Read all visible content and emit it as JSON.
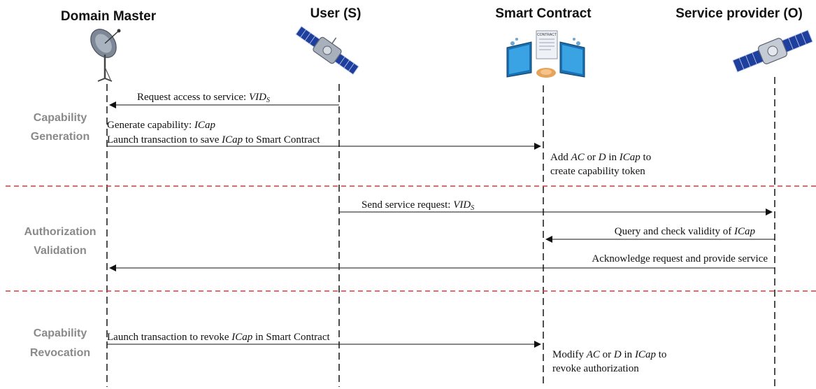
{
  "actors": {
    "domain_master": "Domain Master",
    "user": "User (S)",
    "smart_contract": "Smart Contract",
    "service_provider": "Service provider (O)"
  },
  "phases": {
    "capability_generation": [
      "Capability",
      "Generation"
    ],
    "authorization_validation": [
      "Authorization",
      "Validation"
    ],
    "capability_revocation": [
      "Capability",
      "Revocation"
    ]
  },
  "messages": {
    "request_access": {
      "text": "Request access to service: ",
      "var": "VID",
      "sub": "S"
    },
    "generate_capability": {
      "text": "Generate capability: ",
      "var": "ICap"
    },
    "launch_save": {
      "pre": "Launch transaction to save  ",
      "var": "ICap",
      "post": " to Smart Contract"
    },
    "add_ac_d": {
      "pre": "Add ",
      "var1": "AC",
      "mid": " or ",
      "var2": "D",
      "mid2": " in ",
      "var3": "ICap",
      "post": " to"
    },
    "create_token": "create capability token",
    "send_service_request": {
      "text": "Send service request: ",
      "var": "VID",
      "sub": "S"
    },
    "query_check": {
      "pre": "Query and check validity of ",
      "var": "ICap"
    },
    "acknowledge": "Acknowledge request and provide service",
    "launch_revoke": {
      "pre": "Launch transaction to revoke ",
      "var": "ICap",
      "post": " in Smart Contract"
    },
    "modify_ac_d": {
      "pre": "Modify ",
      "var1": "AC",
      "mid": " or ",
      "var2": "D",
      "mid2": " in ",
      "var3": "ICap",
      "post": " to"
    },
    "revoke_authorization": "revoke authorization"
  },
  "contract_icon_text": "CONTRACT",
  "colors": {
    "separator": "#e8323a",
    "phase_label": "#8a8a8a",
    "satellite_panel": "#1f3f9e"
  },
  "icons": {
    "domain_master": "satellite-dish-icon",
    "user": "satellite-icon",
    "smart_contract": "smart-contract-icon",
    "service_provider": "satellite-icon"
  }
}
